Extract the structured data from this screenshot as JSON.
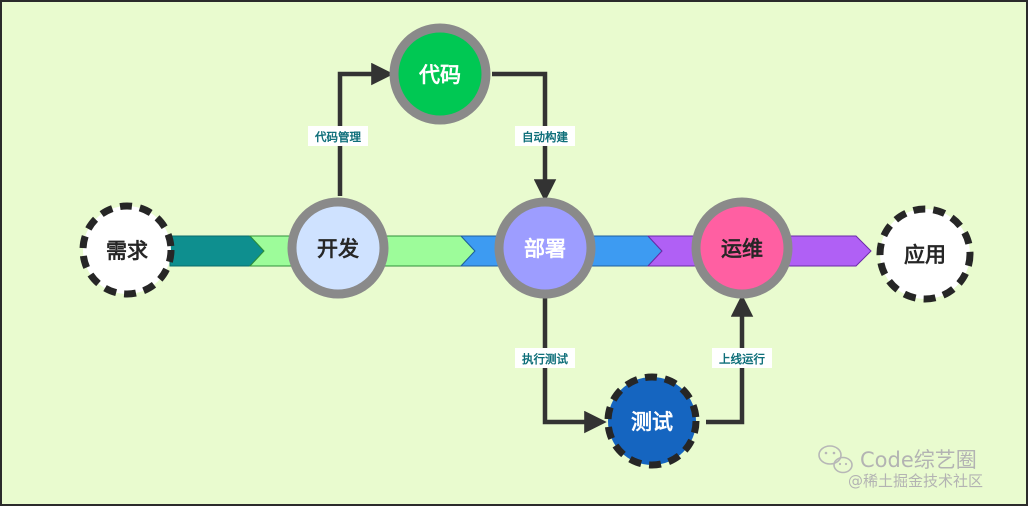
{
  "colors": {
    "background": "#e9fbcf",
    "border": "#2b2b2b",
    "ring": "#8a8a8a",
    "dash_ring": "#262626",
    "connector": "#333333",
    "edge_label_text": "#0f6f7a"
  },
  "nodes": {
    "xuqiu": {
      "label": "需求",
      "fill": "#ffffff",
      "text_color": "#262626"
    },
    "kaifa": {
      "label": "开发",
      "fill": "#cfe2ff",
      "text_color": "#262626"
    },
    "daima": {
      "label": "代码",
      "fill": "#00c853",
      "text_color": "#ffffff"
    },
    "bushu": {
      "label": "部署",
      "fill": "#9d9dff",
      "text_color": "#ffffff"
    },
    "yunwei": {
      "label": "运维",
      "fill": "#ff5fa2",
      "text_color": "#262626"
    },
    "yingyong": {
      "label": "应用",
      "fill": "#ffffff",
      "text_color": "#262626"
    },
    "ceshi": {
      "label": "测试",
      "fill": "#1565c0",
      "text_color": "#ffffff"
    }
  },
  "pipeline": [
    {
      "fill": "#0e8f8f"
    },
    {
      "fill": "#9dfc9a"
    },
    {
      "fill": "#3d9bf2"
    },
    {
      "fill": "#b060f5"
    }
  ],
  "edges": {
    "code_management": "代码管理",
    "auto_build": "自动构建",
    "execute_test": "执行测试",
    "go_live": "上线运行"
  },
  "watermark": {
    "brand": "Code综艺圈",
    "sub": "@稀土掘金技术社区"
  }
}
